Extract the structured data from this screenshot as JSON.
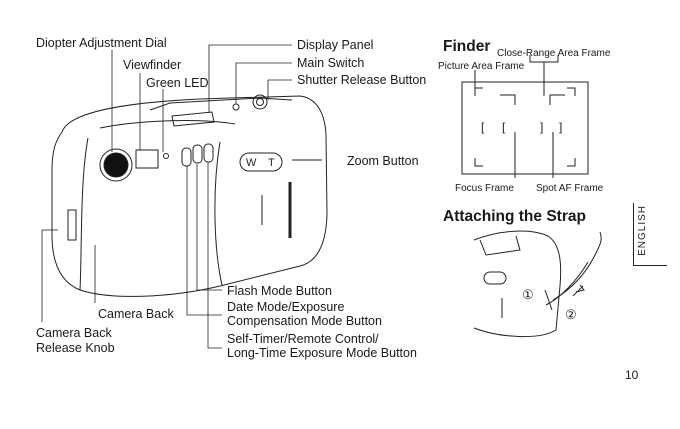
{
  "camera_labels": {
    "diopter": "Diopter Adjustment Dial",
    "viewfinder": "Viewfinder",
    "green_led": "Green LED",
    "display_panel": "Display Panel",
    "main_switch": "Main Switch",
    "shutter": "Shutter Release Button",
    "zoom": "Zoom Button",
    "flash": "Flash Mode Button",
    "date_mode_1": "Date Mode/Exposure",
    "date_mode_2": "Compensation Mode Button",
    "selftimer_1": "Self-Timer/Remote Control/",
    "selftimer_2": "Long-Time Exposure Mode Button",
    "camera_back": "Camera Back",
    "back_release_1": "Camera Back",
    "back_release_2": "Release Knob"
  },
  "finder": {
    "title": "Finder",
    "close_range": "Close-Range Area Frame",
    "picture_area": "Picture Area Frame",
    "focus_frame": "Focus Frame",
    "spot_af": "Spot AF Frame"
  },
  "strap": {
    "title": "Attaching the Strap",
    "step1": "①",
    "step2": "②"
  },
  "side_tab": "ENGLISH",
  "page_number": "10"
}
